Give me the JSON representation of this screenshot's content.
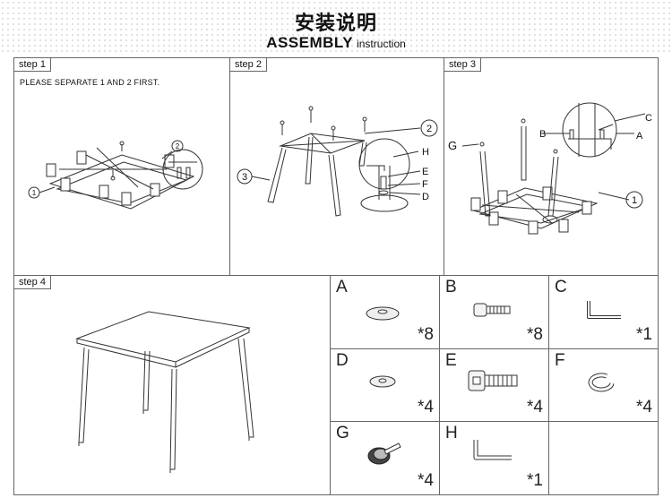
{
  "header": {
    "title_cn": "安装说明",
    "title_en_main": "ASSEMBLY",
    "title_en_sub": "instruction"
  },
  "steps": [
    {
      "label": "step 1",
      "note": "PLEASE SEPARATE   1 AND 2 FIRST.",
      "callouts": [
        "1",
        "2"
      ]
    },
    {
      "label": "step 2",
      "callouts": [
        "3",
        "2",
        "H",
        "E",
        "F",
        "D"
      ]
    },
    {
      "label": "step 3",
      "callouts": [
        "G",
        "B",
        "C",
        "A",
        "1"
      ]
    },
    {
      "label": "step 4"
    }
  ],
  "parts": [
    {
      "letter": "A",
      "count": "*8"
    },
    {
      "letter": "B",
      "count": "*8"
    },
    {
      "letter": "C",
      "count": "*1"
    },
    {
      "letter": "D",
      "count": "*4"
    },
    {
      "letter": "E",
      "count": "*4"
    },
    {
      "letter": "F",
      "count": "*4"
    },
    {
      "letter": "G",
      "count": "*4"
    },
    {
      "letter": "H",
      "count": "*1"
    },
    {
      "letter": "",
      "count": ""
    }
  ]
}
